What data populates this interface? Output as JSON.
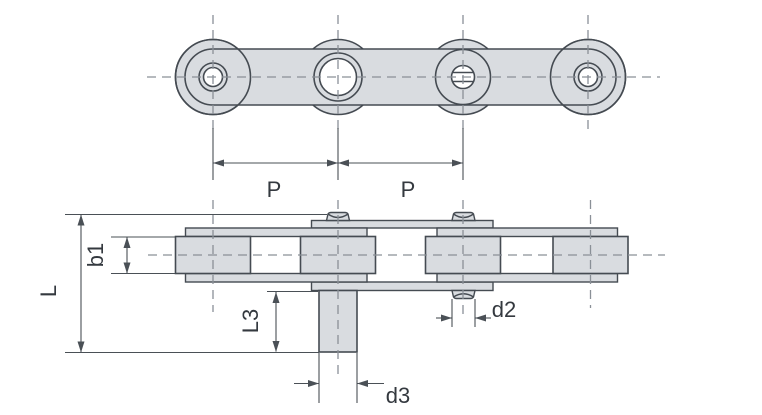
{
  "diagram": {
    "type": "technical-drawing",
    "subject": "hollow-pin conveyor roller chain, top view and side elevation",
    "dimension_labels": {
      "pitch_1": "P",
      "pitch_2": "P",
      "inner_width": "b1",
      "pin_overall_length": "L",
      "pin_extension_length": "L3",
      "pin_diameter": "d2",
      "extended_pin_diameter": "d3"
    },
    "colors": {
      "background": "#ffffff",
      "part_fill": "#d9dce0",
      "outline": "#454b52",
      "centerline": "#8a9097",
      "dimension": "#4a5056",
      "text": "#34393f"
    }
  }
}
